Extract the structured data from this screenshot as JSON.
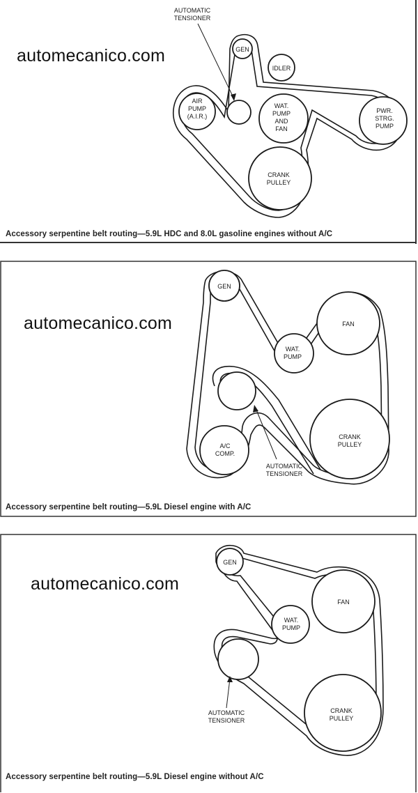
{
  "watermark": "automecanico.com",
  "diagrams": [
    {
      "caption": "Accessory serpentine belt routing—5.9L HDC and 8.0L gasoline engines without A/C",
      "labels": {
        "gen": "GEN",
        "idler": "IDLER",
        "tensioner_1": "AUTOMATIC",
        "tensioner_2": "TENSIONER",
        "air_1": "AIR",
        "air_2": "PUMP",
        "air_3": "(A.I.R.)",
        "wat_1": "WAT.",
        "wat_2": "PUMP",
        "wat_3": "AND",
        "wat_4": "FAN",
        "pwr_1": "PWR.",
        "pwr_2": "STRG.",
        "pwr_3": "PUMP",
        "crank_1": "CRANK",
        "crank_2": "PULLEY"
      }
    },
    {
      "caption": "Accessory serpentine belt routing—5.9L Diesel engine with A/C",
      "labels": {
        "gen": "GEN",
        "fan": "FAN",
        "wat_1": "WAT.",
        "wat_2": "PUMP",
        "ac_1": "A/C",
        "ac_2": "COMP.",
        "crank_1": "CRANK",
        "crank_2": "PULLEY",
        "tensioner_1": "AUTOMATIC",
        "tensioner_2": "TENSIONER"
      }
    },
    {
      "caption": "Accessory serpentine belt routing—5.9L Diesel engine without A/C",
      "labels": {
        "gen": "GEN",
        "fan": "FAN",
        "wat_1": "WAT.",
        "wat_2": "PUMP",
        "crank_1": "CRANK",
        "crank_2": "PULLEY",
        "tensioner_1": "AUTOMATIC",
        "tensioner_2": "TENSIONER"
      }
    }
  ]
}
